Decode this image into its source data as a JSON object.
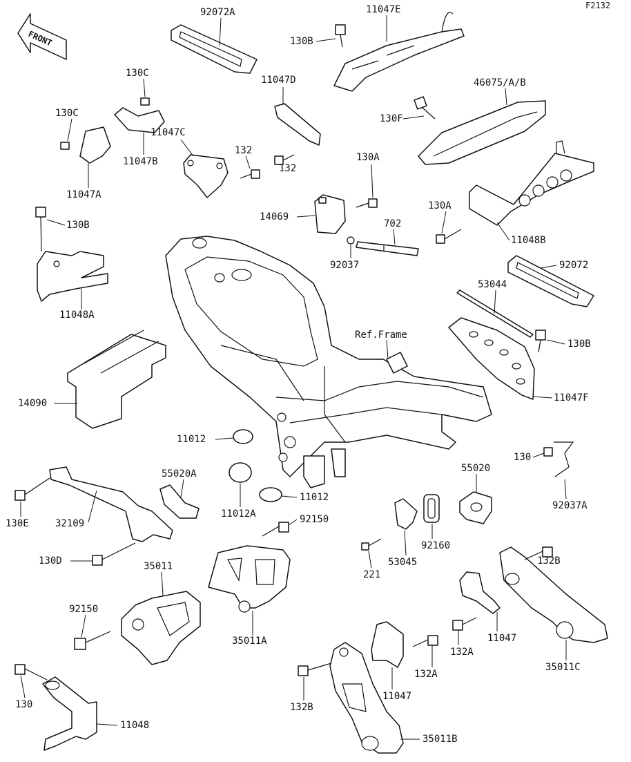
{
  "header": {
    "figure_code": "F2132",
    "direction_label": "FRONT"
  },
  "reference_label": "Ref.Frame",
  "callouts": {
    "c_92072a": "92072A",
    "c_11047e": "11047E",
    "c_130b_top": "130B",
    "c_130c_a": "130C",
    "c_130c_b": "130C",
    "c_11047b": "11047B",
    "c_11047a": "11047A",
    "c_11047d": "11047D",
    "c_46075": "46075/A/B",
    "c_130f": "130F",
    "c_11047c": "11047C",
    "c_132_a": "132",
    "c_132_b": "132",
    "c_130a_a": "130A",
    "c_130a_b": "130A",
    "c_14069": "14069",
    "c_702": "702",
    "c_92037": "92037",
    "c_11048b": "11048B",
    "c_130b_left": "130B",
    "c_11048a": "11048A",
    "c_92072": "92072",
    "c_53044": "53044",
    "c_130b_right": "130B",
    "c_14090": "14090",
    "c_11047f": "11047F",
    "c_11012_a": "11012",
    "c_11012_b": "11012",
    "c_11012a": "11012A",
    "c_55020a": "55020A",
    "c_55020": "55020",
    "c_130_right": "130",
    "c_92037a": "92037A",
    "c_130e": "130E",
    "c_32109": "32109",
    "c_92150_a": "92150",
    "c_92150_b": "92150",
    "c_92160": "92160",
    "c_221": "221",
    "c_53045": "53045",
    "c_130d": "130D",
    "c_35011": "35011",
    "c_132b_a": "132B",
    "c_132b_b": "132B",
    "c_11047_a": "11047",
    "c_11047_b": "11047",
    "c_132a_a": "132A",
    "c_132a_b": "132A",
    "c_35011a": "35011A",
    "c_35011c": "35011C",
    "c_130_left": "130",
    "c_11048": "11048",
    "c_35011b": "35011B"
  }
}
